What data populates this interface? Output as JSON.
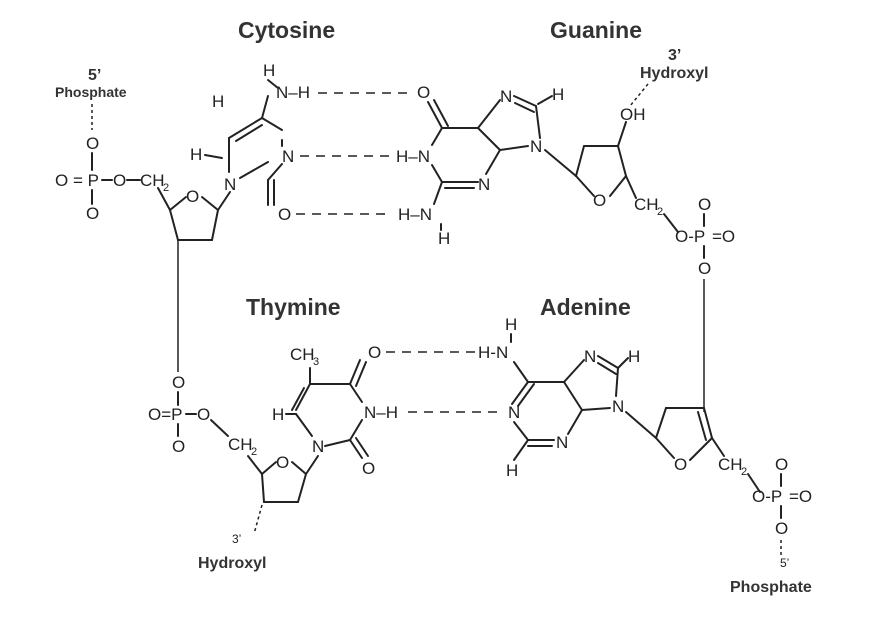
{
  "bases": {
    "cytosine": "Cytosine",
    "guanine": "Guanine",
    "thymine": "Thymine",
    "adenine": "Adenine"
  },
  "ends": {
    "top_left": {
      "prime": "5’",
      "name": "Phosphate"
    },
    "top_right": {
      "prime": "3’",
      "name": "Hydroxyl"
    },
    "bottom_left": {
      "prime": "3’",
      "name": "Hydroxyl"
    },
    "bottom_right": {
      "prime": "5’",
      "name": "Phosphate"
    }
  },
  "atoms": {
    "N": "N",
    "O": "O",
    "H": "H",
    "P": "P",
    "C": "C",
    "NH": "N–H",
    "HN": "H–N",
    "H_N": "H-N",
    "N_H": "N–H",
    "OH": "OH",
    "CH2": "CH",
    "CH3": "CH",
    "sub2": "2",
    "sub3": "3",
    "O_eq_P": "O = P",
    "O_P": "O-P",
    "P_O": "P-O",
    "O_P_O": "O=P",
    "O_dash": "O–",
    "O_eqO": "=O"
  },
  "colors": {
    "text": "#333333",
    "bond": "#222222",
    "background": "#ffffff"
  }
}
